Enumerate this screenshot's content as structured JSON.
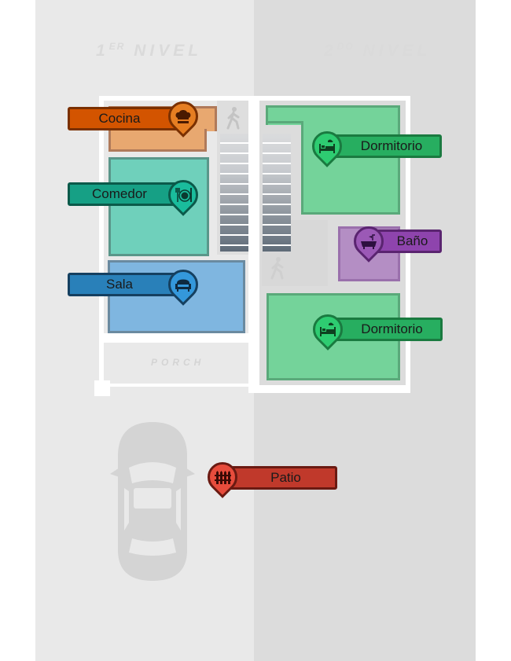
{
  "levels": {
    "first": {
      "num": "1",
      "sup": "ER",
      "word": "NIVEL"
    },
    "second": {
      "num": "2",
      "sup": "DO",
      "word": "NIVEL"
    }
  },
  "porch": "PORCH",
  "rooms": [
    {
      "label": "Cocina",
      "icon": "chef-hat-icon",
      "color": "#d35400"
    },
    {
      "label": "Comedor",
      "icon": "dining-icon",
      "color": "#16a085"
    },
    {
      "label": "Sala",
      "icon": "sofa-icon",
      "color": "#2980b9"
    },
    {
      "label": "Dormitorio",
      "icon": "bed-icon",
      "color": "#27ae60"
    },
    {
      "label": "Baño",
      "icon": "bathtub-icon",
      "color": "#8e44ad"
    },
    {
      "label": "Dormitorio",
      "icon": "bed-icon",
      "color": "#27ae60"
    },
    {
      "label": "Patio",
      "icon": "fence-icon",
      "color": "#c0392b"
    }
  ]
}
